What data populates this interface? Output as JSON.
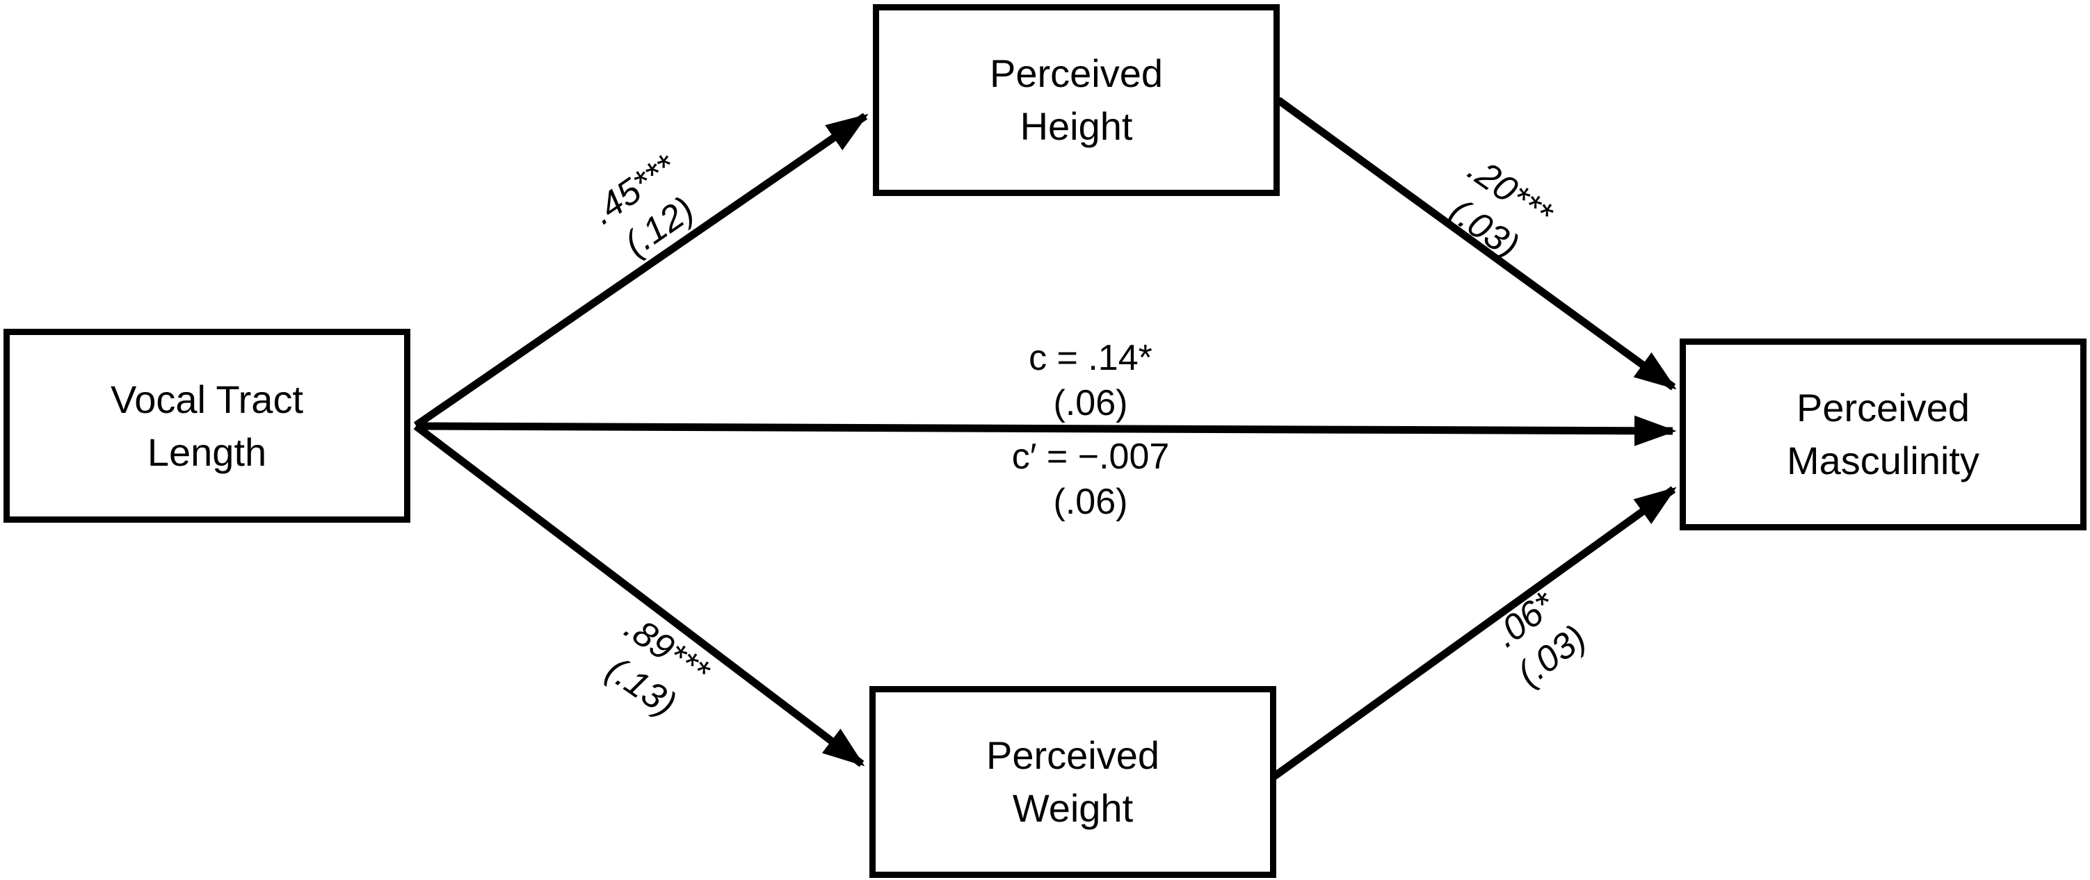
{
  "colors": {
    "ink": "#000000",
    "background": "#ffffff"
  },
  "diagram": {
    "type": "mediation-path-model",
    "nodes": {
      "predictor": {
        "label": "Vocal Tract\nLength"
      },
      "mediator_top": {
        "label": "Perceived\nHeight"
      },
      "mediator_bottom": {
        "label": "Perceived\nWeight"
      },
      "outcome": {
        "label": "Perceived\nMasculinity"
      }
    },
    "paths": {
      "a1": {
        "from": "Vocal Tract Length",
        "to": "Perceived Height",
        "coefficient": ".45***",
        "se": "(.12)"
      },
      "b1": {
        "from": "Perceived Height",
        "to": "Perceived Masculinity",
        "coefficient": ".20***",
        "se": "(.03)"
      },
      "a2": {
        "from": "Vocal Tract Length",
        "to": "Perceived Weight",
        "coefficient": ".89***",
        "se": "(.13)"
      },
      "b2": {
        "from": "Perceived Weight",
        "to": "Perceived Masculinity",
        "coefficient": ".06*",
        "se": "(.03)"
      },
      "direct": {
        "from": "Vocal Tract Length",
        "to": "Perceived Masculinity",
        "total_effect": "c = .14*",
        "total_se": "(.06)",
        "direct_effect": "c′ = −.007",
        "direct_se": "(.06)"
      }
    }
  }
}
